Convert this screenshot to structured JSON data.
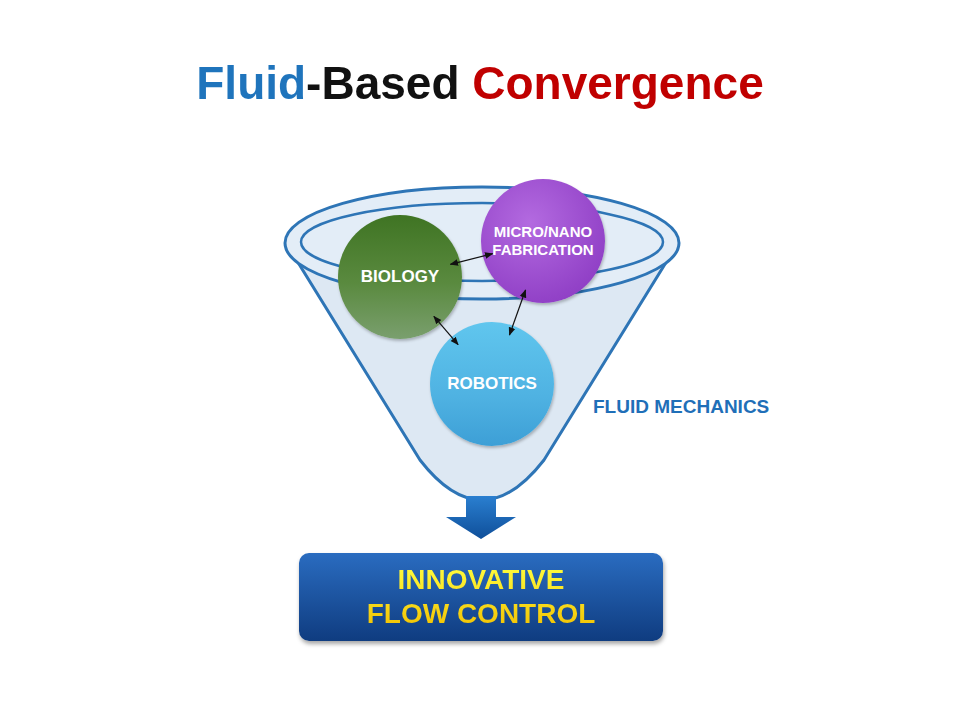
{
  "diagram": {
    "title": "Fluid-Based Convergence",
    "nodes": [
      {
        "text": [
          "FLUID MECHANICS"
        ]
      },
      {
        "text": [
          "BIOLOGY"
        ],
        "in": 0
      },
      {
        "text": [
          "MICRO/NANO FABRICATION"
        ],
        "in": 0
      },
      {
        "text": [
          "ROBOTICS"
        ],
        "in": 0
      },
      {
        "text": [
          "INNOVATIVE FLOW CONTROL"
        ]
      }
    ],
    "edges": [
      {
        "from": 1,
        "to": 2,
        "arrow": "both"
      },
      {
        "from": 1,
        "to": 3,
        "arrow": "both"
      },
      {
        "from": 2,
        "to": 3,
        "arrow": "both"
      },
      {
        "from": 0,
        "to": 4,
        "arrow": "to"
      }
    ]
  }
}
